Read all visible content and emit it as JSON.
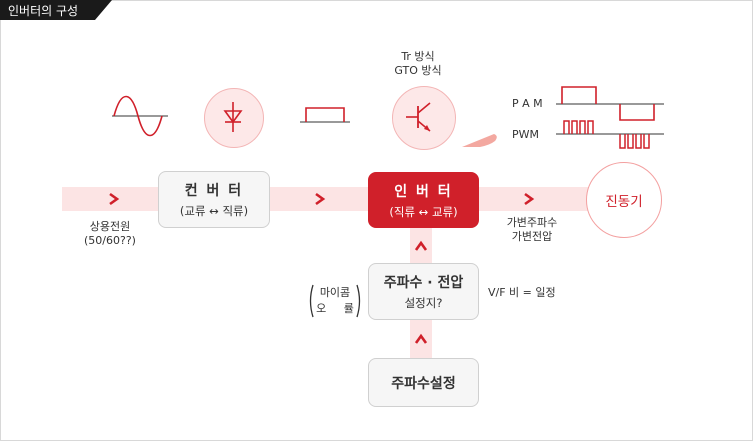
{
  "title": "인버터의 구성",
  "input": {
    "label_line1": "상용전원",
    "label_line2": "(50/60??)"
  },
  "converter": {
    "name": "컨 버 터",
    "desc": "(교류 ↔ 직류)"
  },
  "inverter": {
    "name": "인 버 터",
    "desc": "(직류 ↔ 교류)",
    "method_line1": "Tr 방식",
    "method_line2": "GTO 방식"
  },
  "output": {
    "label_line1": "가변주파수",
    "label_line2": "가변전압"
  },
  "motor": {
    "label": "진동기"
  },
  "modulation": {
    "pam": "P A M",
    "pwm": "PWM"
  },
  "frequency_setter": {
    "name": "주파수 · 전압",
    "desc": "설정지?"
  },
  "frequency_setting": {
    "name": "주파수설정"
  },
  "bracket": {
    "line1": "마이콤",
    "line2": "오     률"
  },
  "vf_ratio": "V/F 비 = 일정",
  "colors": {
    "accent": "#d0202a",
    "band": "#fce4e4",
    "title_bg": "#1a1a1a"
  }
}
